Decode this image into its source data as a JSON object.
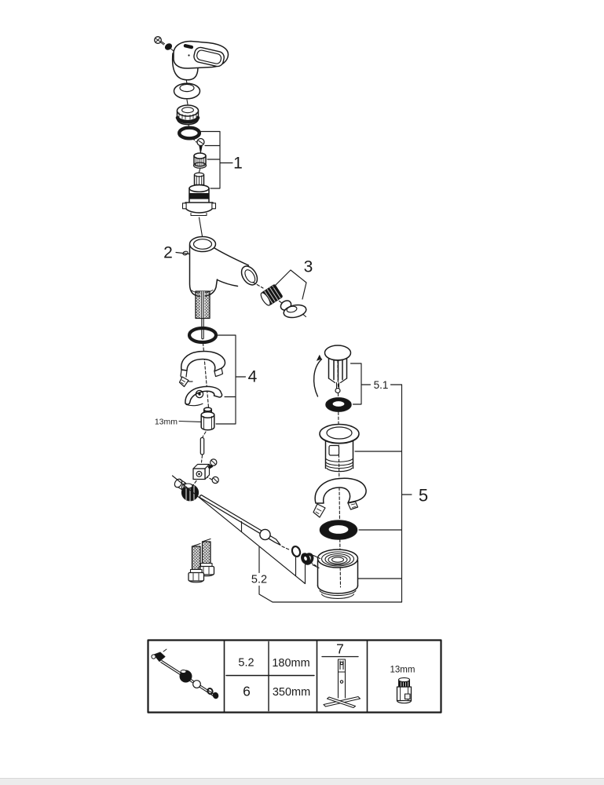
{
  "page": {
    "background": "#ffffff",
    "footer_bar_color": "#ececec"
  },
  "diagram": {
    "type": "exploded-parts-diagram",
    "subject": "single-lever bidet mixer with pop-up waste",
    "callouts": {
      "part1": "1",
      "part2": "2",
      "part3": "3",
      "part4": "4",
      "part5": "5",
      "part5_1": "5.1",
      "part5_2": "5.2"
    },
    "annotations": {
      "wrench_size": "13mm"
    }
  },
  "legend": {
    "size_table": {
      "rows": [
        {
          "ref": "5.2",
          "length": "180mm"
        },
        {
          "ref": "6",
          "length": "350mm"
        }
      ]
    },
    "tool_ref": "7",
    "socket_size": "13mm"
  }
}
